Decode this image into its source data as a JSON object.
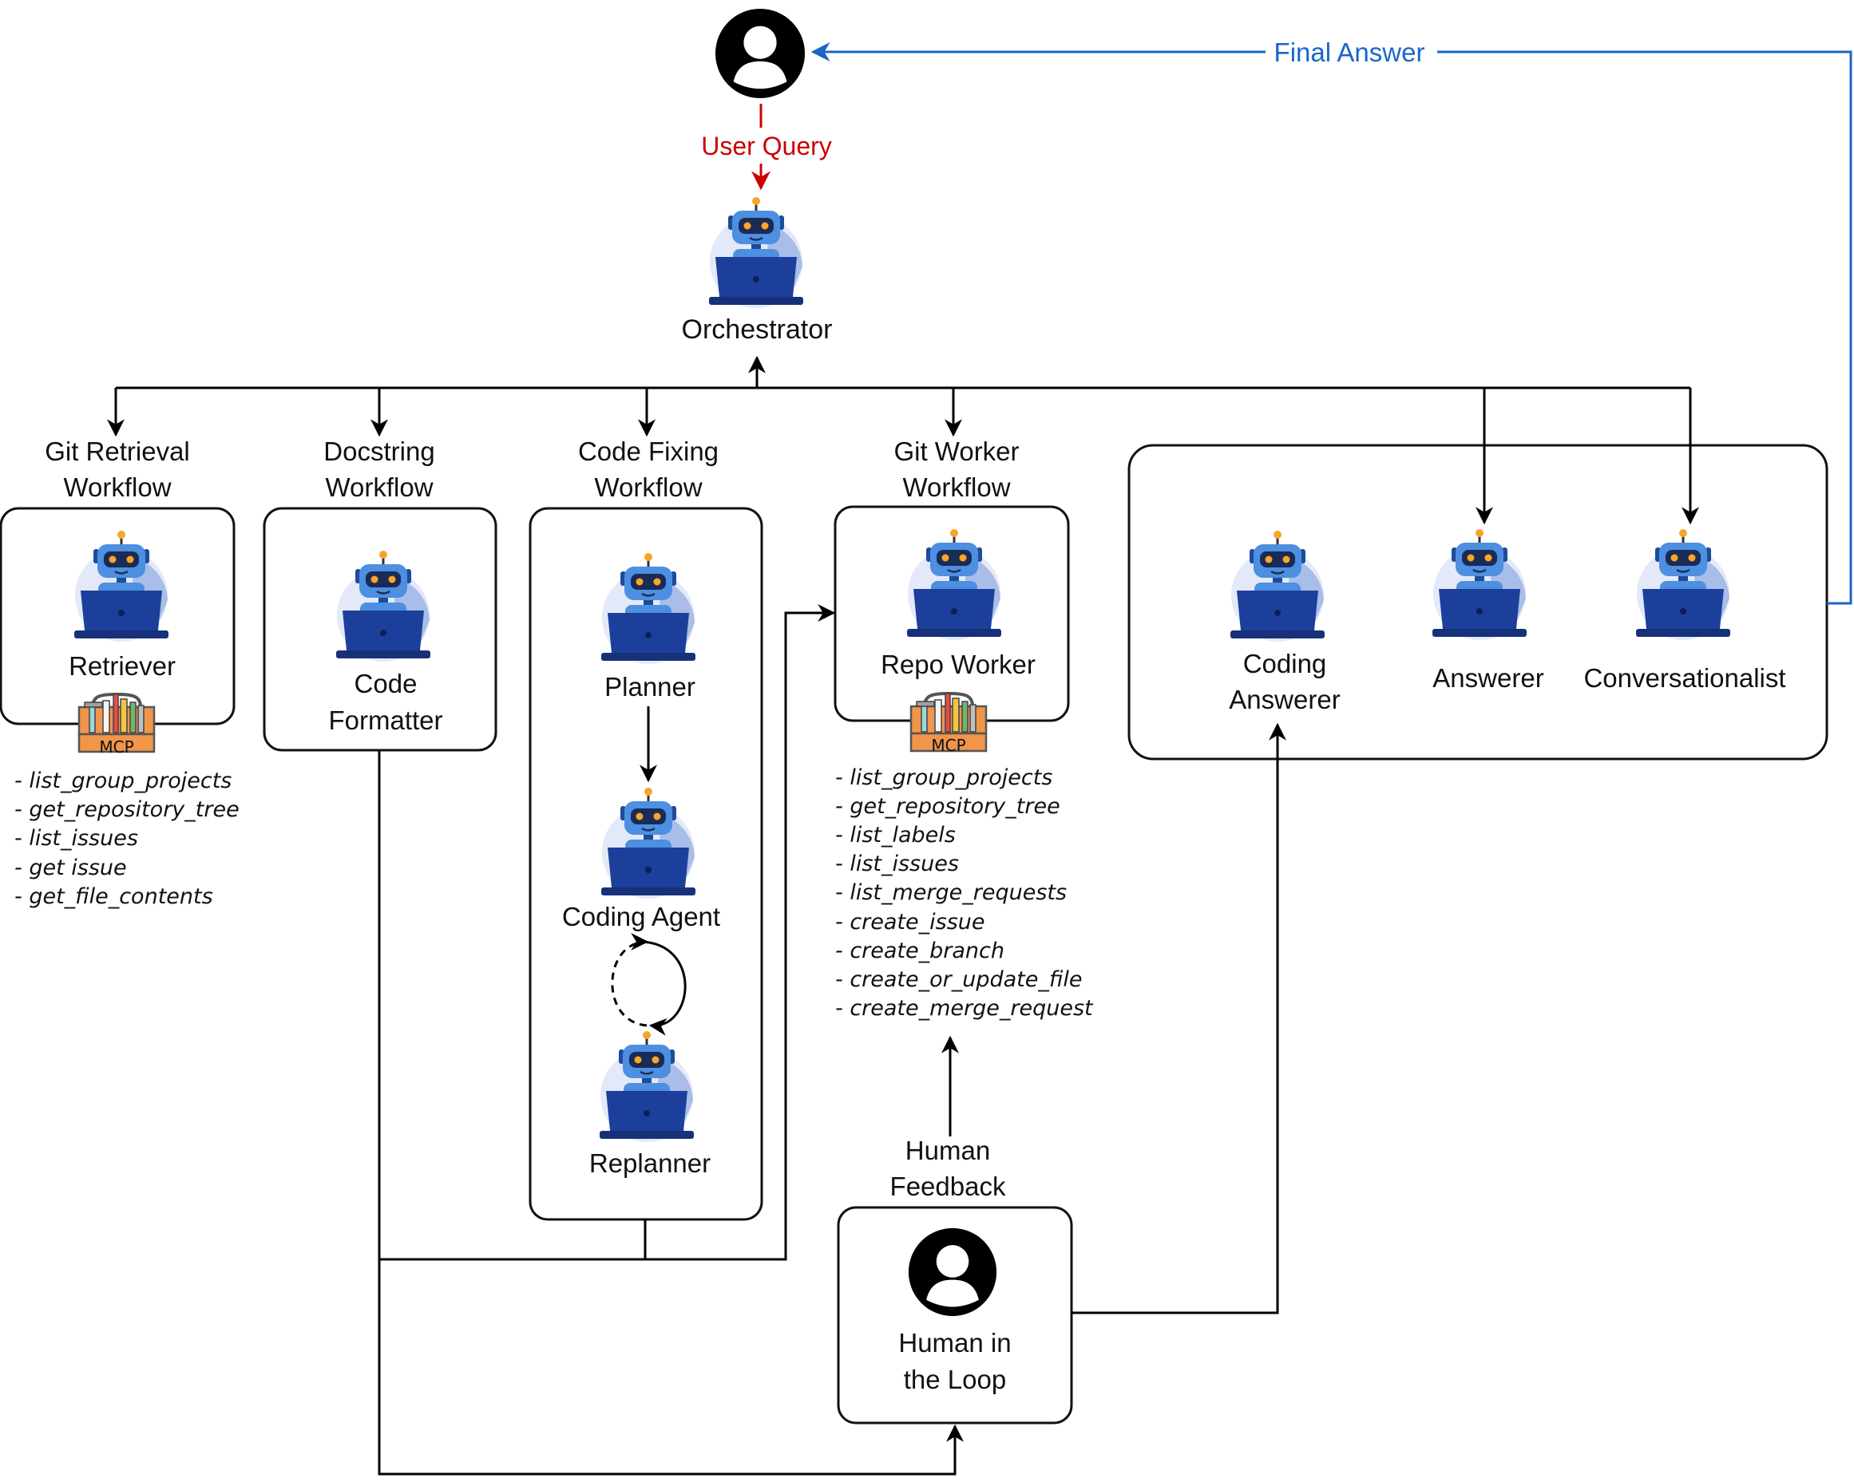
{
  "user": {
    "name": "user-icon"
  },
  "edges": {
    "user_query": "User Query",
    "final_answer": "Final Answer"
  },
  "orchestrator": {
    "label": "Orchestrator"
  },
  "workflows": {
    "git_retrieval": {
      "title_line1": "Git Retrieval",
      "title_line2": "Workflow",
      "agent": "Retriever",
      "tools": [
        "- list_group_projects",
        "- get_repository_tree",
        "- list_issues",
        "- get issue",
        "- get_file_contents"
      ]
    },
    "docstring": {
      "title_line1": "Docstring",
      "title_line2": "Workflow",
      "agent_line1": "Code",
      "agent_line2": "Formatter"
    },
    "code_fixing": {
      "title_line1": "Code Fixing",
      "title_line2": "Workflow",
      "planner": "Planner",
      "coding_agent": "Coding Agent",
      "replanner": "Replanner"
    },
    "git_worker": {
      "title_line1": "Git Worker",
      "title_line2": "Workflow",
      "agent": "Repo Worker",
      "tools": [
        "- list_group_projects",
        "- get_repository_tree",
        "- list_labels",
        "- list_issues",
        "- list_merge_requests",
        "- create_issue",
        "- create_branch",
        "- create_or_update_file",
        "- create_merge_request"
      ]
    }
  },
  "responders": {
    "coding_answerer_line1": "Coding",
    "coding_answerer_line2": "Answerer",
    "answerer": "Answerer",
    "conversationalist": "Conversationalist"
  },
  "mcp": {
    "label": "MCP"
  },
  "human": {
    "feedback_line1": "Human",
    "feedback_line2": "Feedback",
    "hitl_line1": "Human in",
    "hitl_line2": "the Loop"
  },
  "colors": {
    "query": "#cc0000",
    "answer": "#1a66c8",
    "robot_head": "#4d8fe0",
    "laptop": "#1c3f9c",
    "toolbox": "#f0954a"
  }
}
